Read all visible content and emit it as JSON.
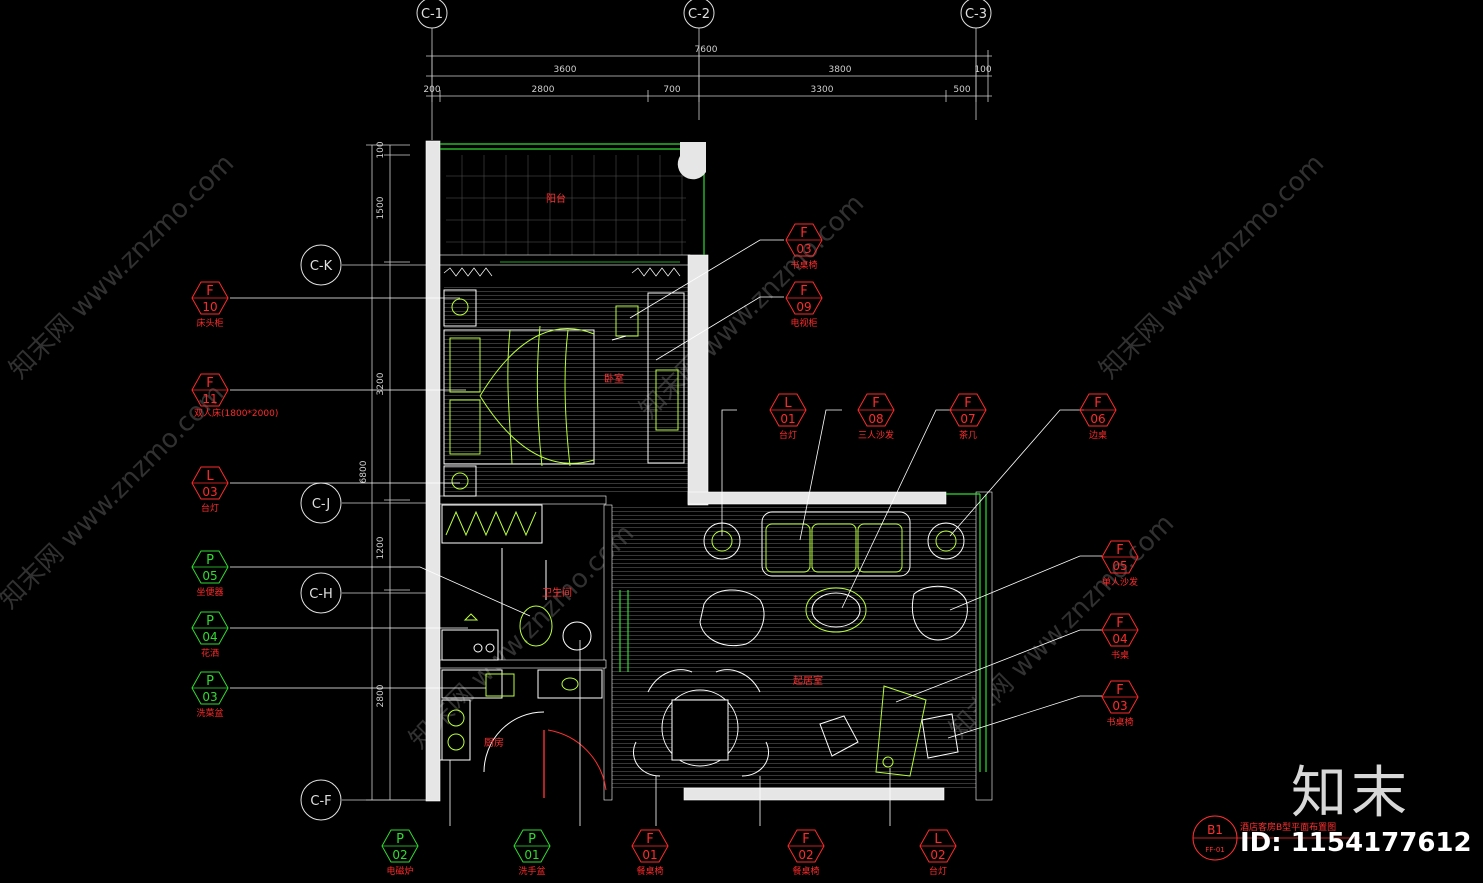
{
  "axes_top": [
    "C-1",
    "C-2",
    "C-3"
  ],
  "axes_left": [
    "C-K",
    "C-J",
    "C-H",
    "C-F"
  ],
  "dims_top": {
    "overall": "7600",
    "row1": [
      "3600",
      "3800",
      "100"
    ],
    "row2": [
      "200",
      "2800",
      "700",
      "3300",
      "500"
    ]
  },
  "dims_left": [
    "100",
    "1500",
    "3200",
    "6800",
    "1200",
    "2800"
  ],
  "rooms": {
    "balcony": "阳台",
    "bedroom": "卧室",
    "bathroom": "卫生间",
    "living": "起居室",
    "kitchen": "厨房"
  },
  "tags": [
    {
      "id": "t1",
      "code": "F",
      "num": "03",
      "label": "书桌椅",
      "color": "#ff2a2a"
    },
    {
      "id": "t2",
      "code": "F",
      "num": "09",
      "label": "电视柜",
      "color": "#ff2a2a"
    },
    {
      "id": "t3",
      "code": "L",
      "num": "01",
      "label": "台灯",
      "color": "#ff2a2a"
    },
    {
      "id": "t4",
      "code": "F",
      "num": "08",
      "label": "三人沙发",
      "color": "#ff2a2a"
    },
    {
      "id": "t5",
      "code": "F",
      "num": "07",
      "label": "茶几",
      "color": "#ff2a2a"
    },
    {
      "id": "t6",
      "code": "F",
      "num": "06",
      "label": "边桌",
      "color": "#ff2a2a"
    },
    {
      "id": "t7",
      "code": "F",
      "num": "05",
      "label": "单人沙发",
      "color": "#ff2a2a"
    },
    {
      "id": "t8",
      "code": "F",
      "num": "04",
      "label": "书桌",
      "color": "#ff2a2a"
    },
    {
      "id": "t9",
      "code": "F",
      "num": "03",
      "label": "书桌椅",
      "color": "#ff2a2a"
    },
    {
      "id": "t10",
      "code": "F",
      "num": "10",
      "label": "床头柜",
      "color": "#ff2a2a"
    },
    {
      "id": "t11",
      "code": "F",
      "num": "11",
      "label": "双人床(1800*2000)",
      "color": "#ff2a2a"
    },
    {
      "id": "t12",
      "code": "L",
      "num": "03",
      "label": "台灯",
      "color": "#ff2a2a"
    },
    {
      "id": "t13",
      "code": "P",
      "num": "05",
      "label": "坐便器",
      "color": "#2fdc2f"
    },
    {
      "id": "t14",
      "code": "P",
      "num": "04",
      "label": "花洒",
      "color": "#2fdc2f"
    },
    {
      "id": "t15",
      "code": "P",
      "num": "03",
      "label": "洗菜盆",
      "color": "#2fdc2f"
    },
    {
      "id": "t16",
      "code": "P",
      "num": "02",
      "label": "电磁炉",
      "color": "#2fdc2f"
    },
    {
      "id": "t17",
      "code": "P",
      "num": "01",
      "label": "洗手盆",
      "color": "#2fdc2f"
    },
    {
      "id": "t18",
      "code": "F",
      "num": "01",
      "label": "餐桌椅",
      "color": "#ff2a2a"
    },
    {
      "id": "t19",
      "code": "F",
      "num": "02",
      "label": "餐桌椅",
      "color": "#ff2a2a"
    },
    {
      "id": "t20",
      "code": "L",
      "num": "02",
      "label": "台灯",
      "color": "#ff2a2a"
    }
  ],
  "title_block": {
    "code": "B1",
    "sub": "FF-01",
    "title": "酒店客房B型平面布置图"
  },
  "watermark": "知末网 www.znzmo.com",
  "brand": "知末",
  "image_id": "ID: 1154177612",
  "colors": {
    "wall": "#e6e6e6",
    "line": "#ffffff",
    "furniture": "#b8ff3a",
    "glass": "#2fdc2f"
  }
}
